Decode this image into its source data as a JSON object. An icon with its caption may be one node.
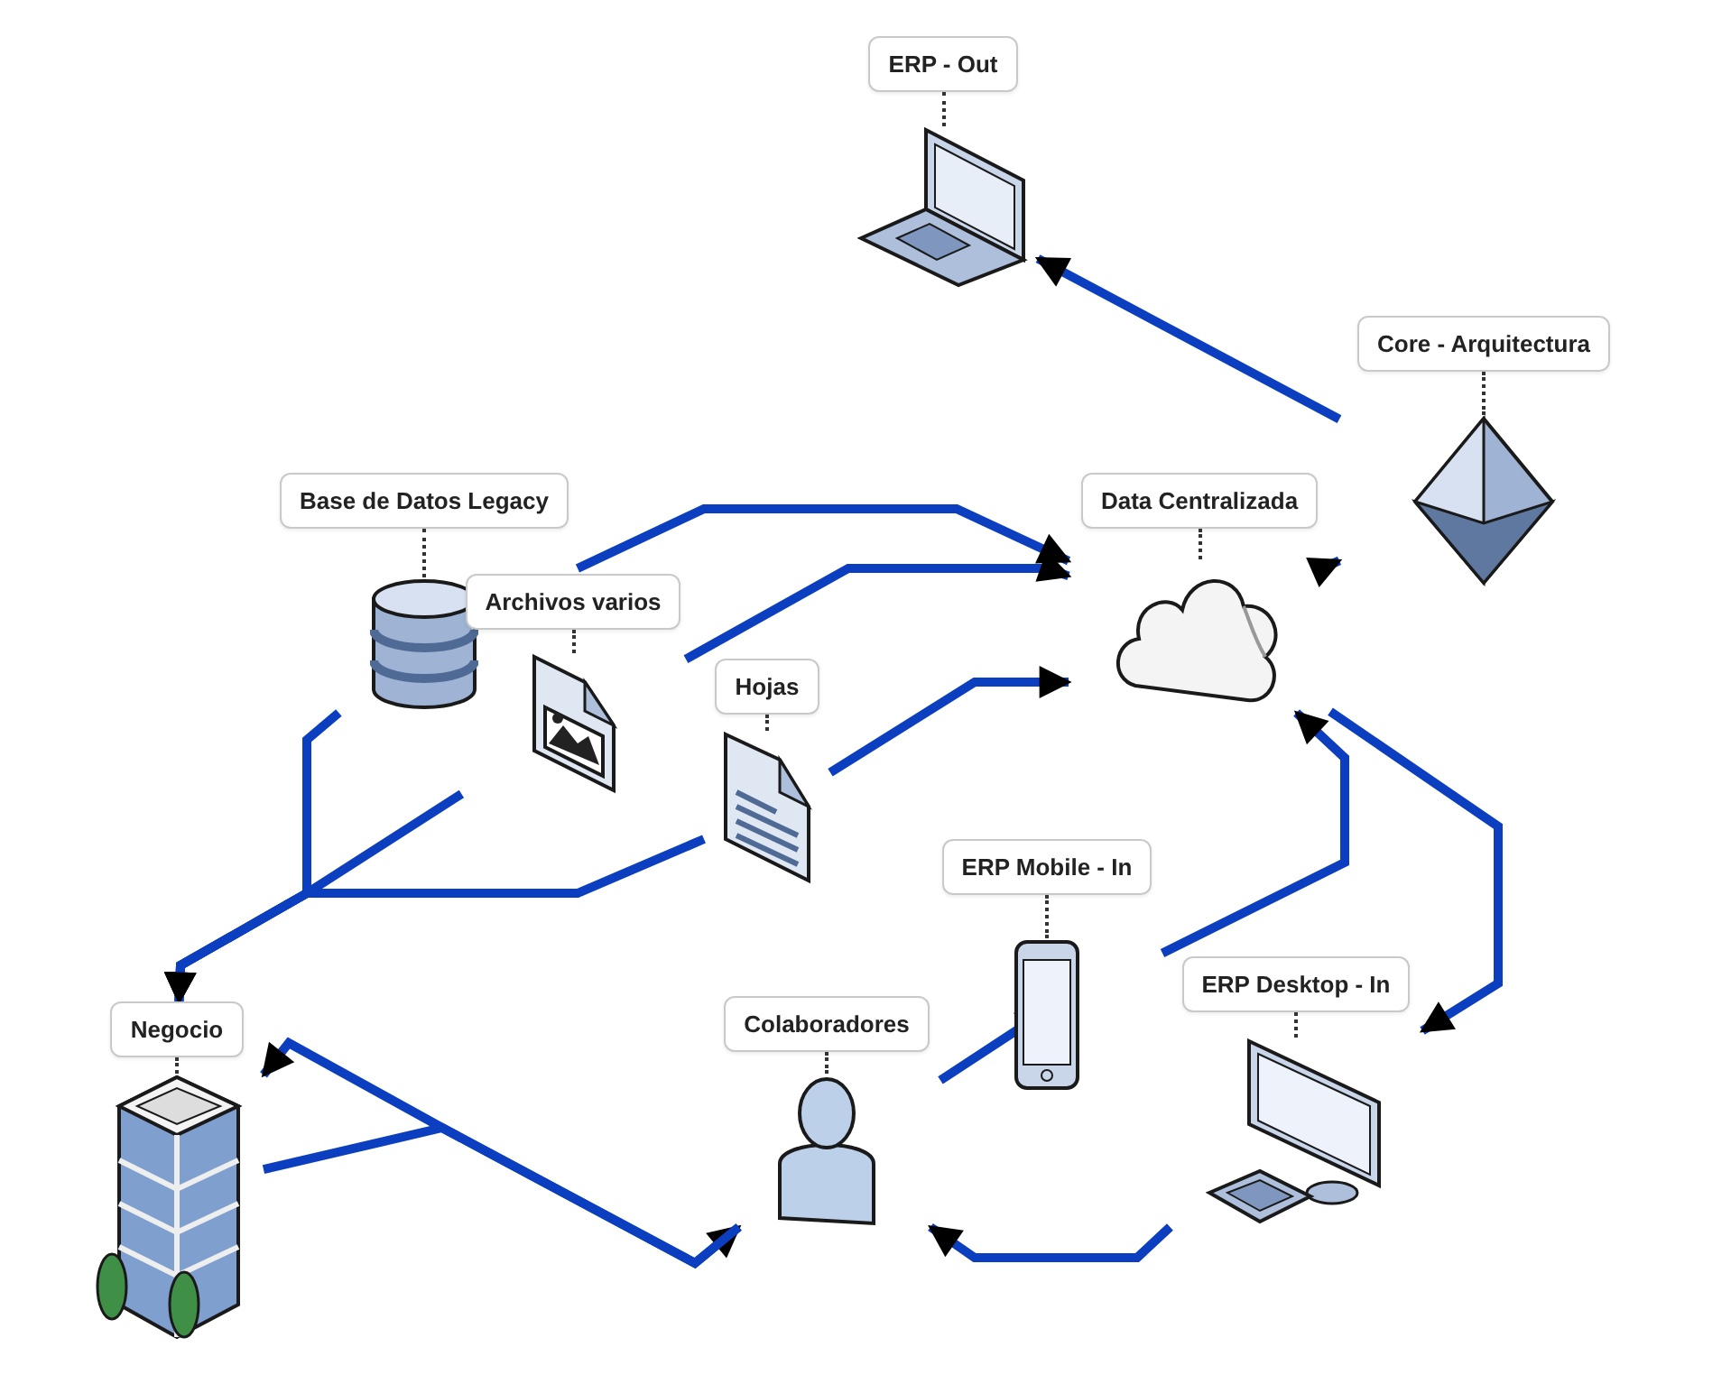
{
  "diagram": {
    "nodes": [
      {
        "text": [
          "ERP - Out"
        ]
      },
      {
        "text": [
          "Core - Arquitectura"
        ]
      },
      {
        "text": [
          "Base de Datos Legacy"
        ]
      },
      {
        "text": [
          "Data Centralizada"
        ]
      },
      {
        "text": [
          "Archivos varios"
        ]
      },
      {
        "text": [
          "Hojas"
        ]
      },
      {
        "text": [
          "ERP Mobile - In"
        ]
      },
      {
        "text": [
          "ERP Desktop - In"
        ]
      },
      {
        "text": [
          "Negocio"
        ]
      },
      {
        "text": [
          "Colaboradores"
        ]
      }
    ],
    "edges": [
      {
        "from": 1,
        "to": 0,
        "arrow": "to"
      },
      {
        "from": 3,
        "to": 1,
        "arrow": "to"
      },
      {
        "from": 2,
        "to": 3,
        "arrow": "to"
      },
      {
        "from": 4,
        "to": 3,
        "arrow": "to"
      },
      {
        "from": 5,
        "to": 3,
        "arrow": "to"
      },
      {
        "from": 2,
        "to": 8,
        "arrow": "to"
      },
      {
        "from": 4,
        "to": 8,
        "arrow": "to"
      },
      {
        "from": 5,
        "to": 8,
        "arrow": "to"
      },
      {
        "from": 8,
        "to": 9,
        "arrow": "to"
      },
      {
        "from": 9,
        "to": 8,
        "arrow": "to"
      },
      {
        "from": 9,
        "to": 6,
        "arrow": "to"
      },
      {
        "from": 7,
        "to": 9,
        "arrow": "to"
      },
      {
        "from": 6,
        "to": 3,
        "arrow": "to"
      },
      {
        "from": 3,
        "to": 7,
        "arrow": "to"
      }
    ]
  }
}
